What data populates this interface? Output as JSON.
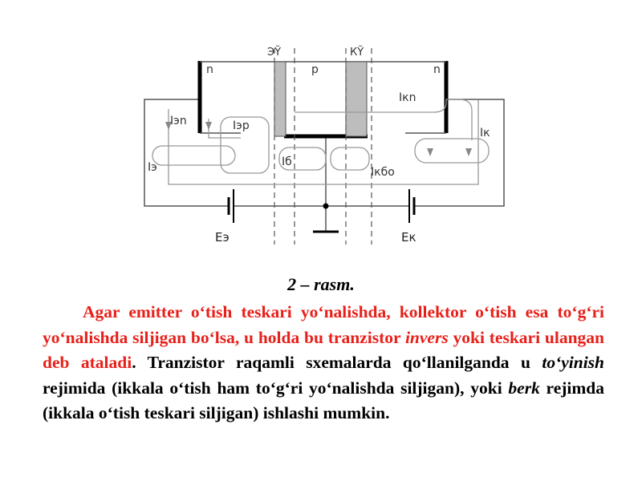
{
  "figure": {
    "labels": {
      "emitter_junction": "ЭỸ",
      "collector_junction": "КỸ",
      "region_n_left": "n",
      "region_p": "p",
      "region_n_right": "n",
      "current_kn": "Iкn",
      "current_en": "Iэn",
      "current_ep": "Iэр",
      "current_k": "Iк",
      "current_e": "Iэ",
      "current_b": "Iб",
      "current_kbo": "Iкбо",
      "source_e": "Eэ",
      "source_k": "Eк"
    },
    "caption": "2 – rasm."
  },
  "text": {
    "red_part": "Agar emitter o‘tish teskari yo‘nalishda, kollektor o‘tish esa to‘g‘ri yo‘nalishda siljigan bo‘lsa, u holda bu tranzistor ",
    "red_italic": "invers",
    "red_part2": " yoki teskari ulangan deb ataladi",
    "period": ".",
    "black_part1": " Tranzistor raqamli sxemalarda qo‘llanilganda u ",
    "black_italic1": "to‘yinish",
    "black_part2": " rejimida (ikkala o‘tish ham to‘g‘ri yo‘nalishda siljigan), yoki ",
    "black_italic2": "berk",
    "black_part3": " rejimda (ikkala o‘tish teskari siljigan) ishlashi mumkin."
  },
  "colors": {
    "highlight": "#e8201a",
    "junction_fill": "#bdbdbd",
    "wire": "#555555"
  }
}
